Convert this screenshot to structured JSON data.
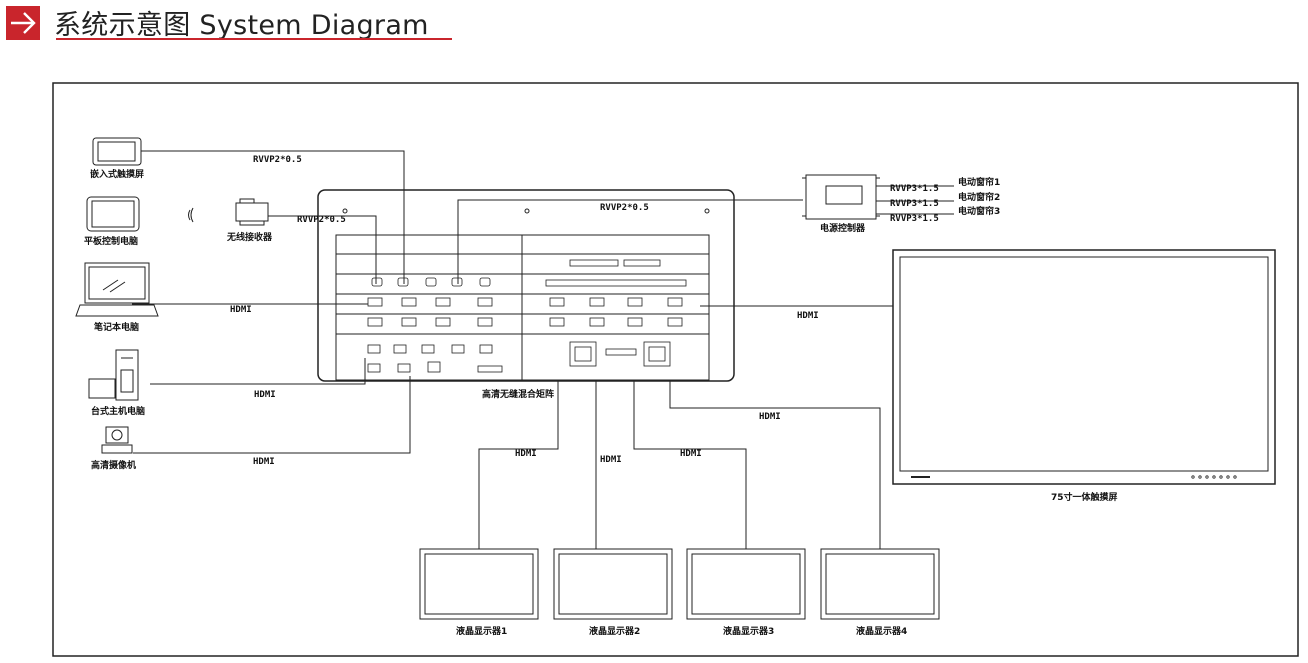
{
  "header": {
    "title": "系统示意图 System Diagram",
    "accent_color": "#c9252c",
    "icon": "arrow-right-icon"
  },
  "devices": {
    "embedded_touch_screen": "嵌入式触摸屏",
    "tablet_pc": "平板控制电脑",
    "wireless_receiver": "无线接收器",
    "laptop": "笔记本电脑",
    "desktop_pc": "台式主机电脑",
    "hd_camera": "高清摄像机",
    "matrix": "高清无缝混合矩阵",
    "power_controller": "电源控制器",
    "touch_screen_75": "75寸一体触摸屏",
    "lcd1": "液晶显示器1",
    "lcd2": "液晶显示器2",
    "lcd3": "液晶显示器3",
    "lcd4": "液晶显示器4",
    "curtain1": "电动窗帘1",
    "curtain2": "电动窗帘2",
    "curtain3": "电动窗帘3"
  },
  "cables": {
    "touch_screen_cable": "RVVP2*0.5",
    "receiver_cable": "RVVP2*0.5",
    "top_cable": "RVVP2*0.5",
    "curtain1_cable": "RVVP3*1.5",
    "curtain2_cable": "RVVP3*1.5",
    "curtain3_cable": "RVVP3*1.5",
    "laptop_hdmi": "HDMI",
    "desktop_hdmi": "HDMI",
    "camera_hdmi": "HDMI",
    "screen75_hdmi": "HDMI",
    "lcd1_hdmi": "HDMI",
    "lcd2_hdmi": "HDMI",
    "lcd3_hdmi": "HDMI",
    "lcd4_hdmi": "HDMI"
  }
}
